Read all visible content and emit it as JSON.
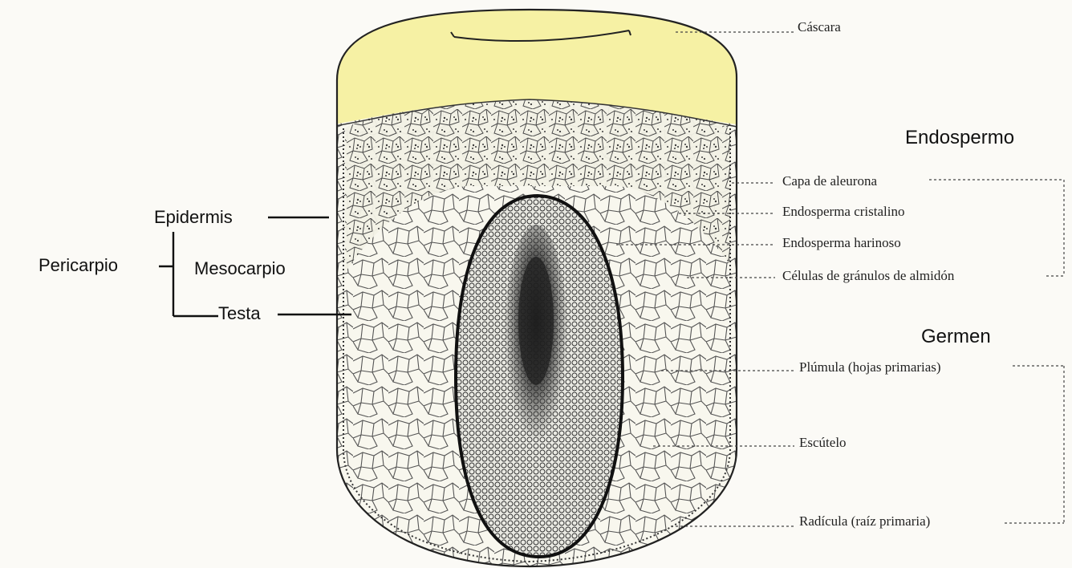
{
  "diagram": {
    "labels": {
      "cascara": "Cáscara",
      "endospermo": "Endospermo",
      "capa_aleurona": "Capa de aleurona",
      "endosperma_cristalino": "Endosperma cristalino",
      "endosperma_harinoso": "Endosperma harinoso",
      "celulas_almidon": "Células de gránulos de almidón",
      "germen": "Germen",
      "plumula": "Plúmula (hojas primarias)",
      "escutelo": "Escútelo",
      "radicula": "Radícula (raíz primaria)",
      "epidermis": "Epidermis",
      "pericarpio": "Pericarpio",
      "mesocarpio": "Mesocarpio",
      "testa": "Testa"
    },
    "colors": {
      "cap": "#f6f1a4",
      "cells": "#f8f7ee",
      "ink": "#222222",
      "germ": "#3a3a3a"
    }
  }
}
